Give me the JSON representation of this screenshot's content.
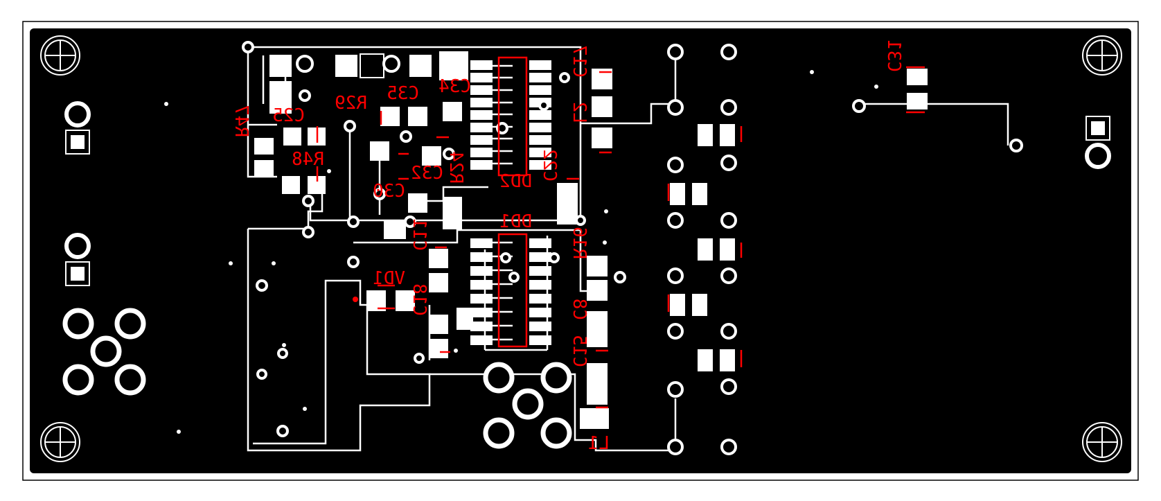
{
  "colors": {
    "background": "#ffffff",
    "board": "#000000",
    "copper": "#ffffff",
    "silkscreen": "#ff0000",
    "frame": "#000000"
  },
  "board": {
    "view": "bottom layer (mirrored)"
  },
  "labels": {
    "C25": "C25",
    "R29": "R29",
    "C35": "C35",
    "C34": "C34",
    "C17": "C17",
    "R47": "R47",
    "R48": "R48",
    "C32": "C32",
    "C30": "C30",
    "R24": "R24",
    "DD2": "DD2",
    "C22": "C22",
    "DD1": "DD1",
    "C11": "C11",
    "VD1": "VD1",
    "R16": "R16",
    "C18": "C18",
    "C8": "C8",
    "C15": "C15",
    "L1": "L1",
    "L2": "L2",
    "C31": "C31"
  }
}
